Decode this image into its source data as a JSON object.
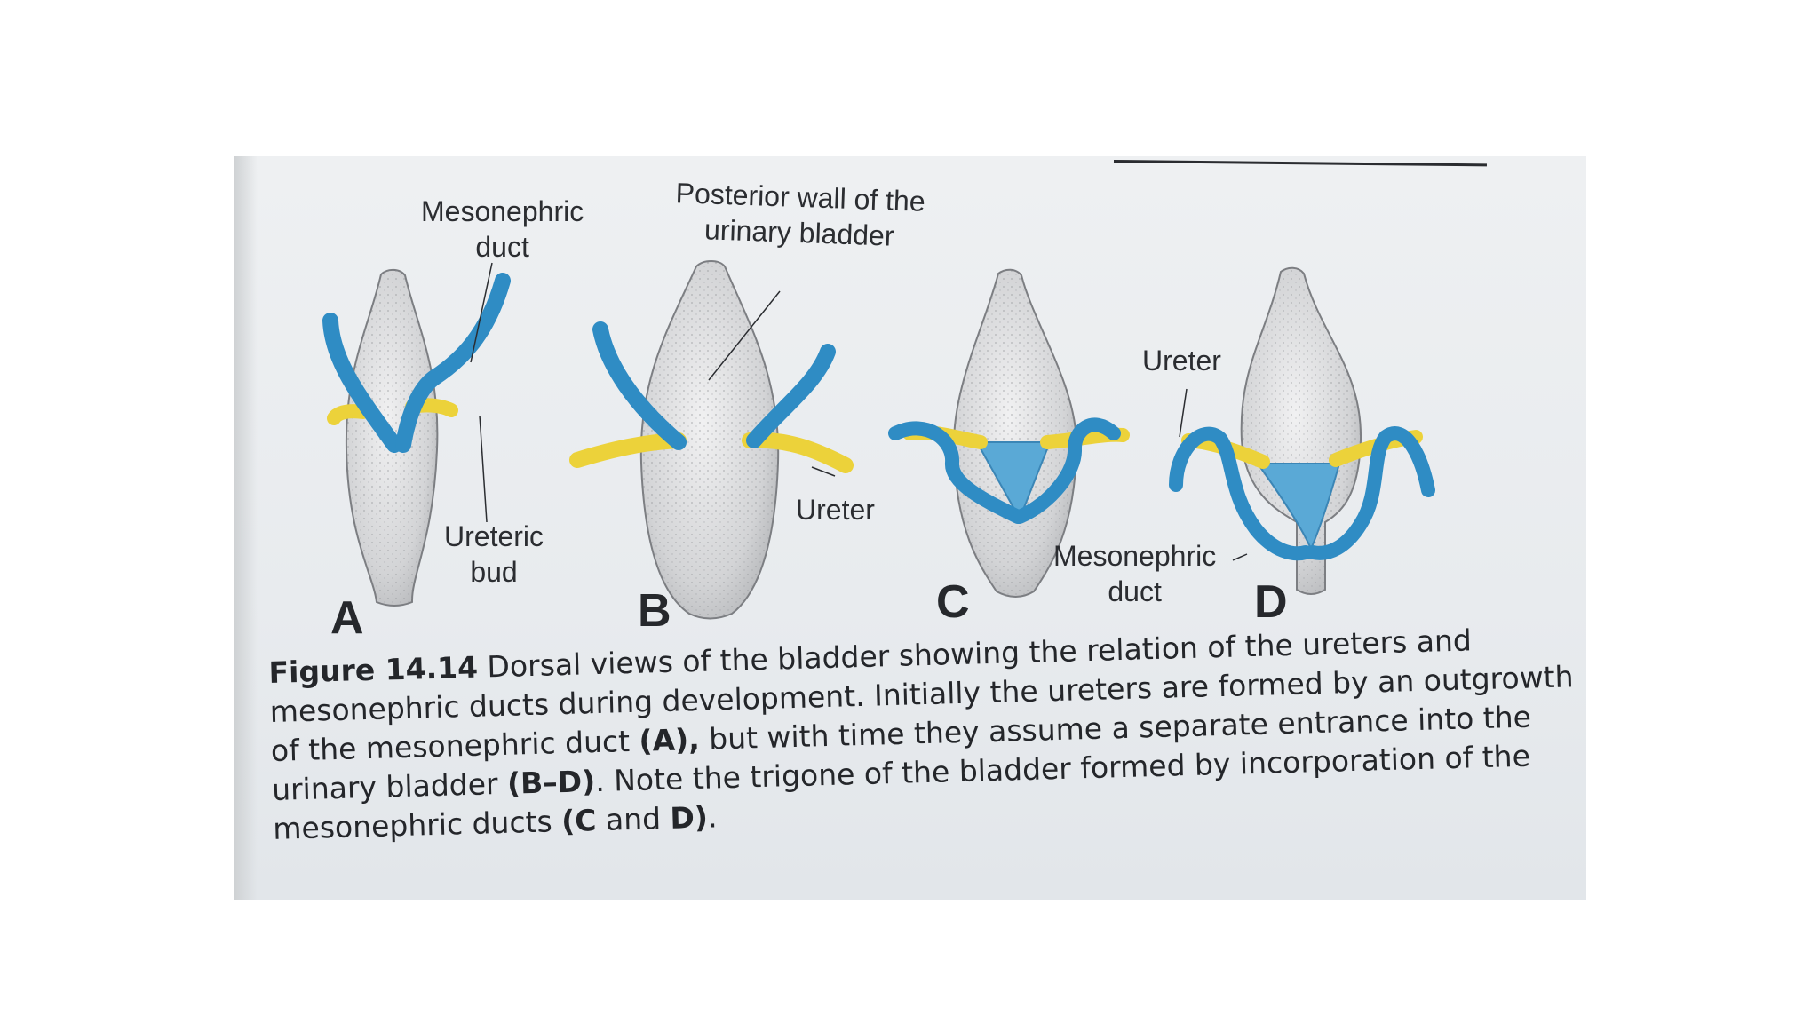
{
  "labels": {
    "mesonephric_duct_a": [
      "Mesonephric",
      "duct"
    ],
    "posterior_wall": [
      "Posterior wall of the",
      "urinary bladder"
    ],
    "ureteric_bud": [
      "Ureteric",
      "bud"
    ],
    "ureter_b": "Ureter",
    "ureter_d": "Ureter",
    "mesonephric_duct_cd": [
      "Mesonephric",
      "duct"
    ]
  },
  "panels": [
    "A",
    "B",
    "C",
    "D"
  ],
  "caption": {
    "figure_label": "Figure 14.14",
    "lines": [
      "Dorsal views of the bladder showing the relation of the ureters and",
      "mesonephric ducts during development. Initially the ureters are formed by an outgrowth",
      "of the mesonephric duct ",
      "(A),",
      " but with time they assume a separate entrance into the",
      "urinary bladder ",
      "(B–D)",
      ". Note the trigone of the bladder formed by incorporation of the",
      "mesonephric ducts ",
      "(C",
      " and ",
      "D)",
      "."
    ]
  },
  "colors": {
    "duct_blue": "#2f8cc4",
    "ureter_yellow": "#ecd23a",
    "trigone_blue": "#5aa9d6",
    "bladder_gray": "#d9dadc"
  }
}
